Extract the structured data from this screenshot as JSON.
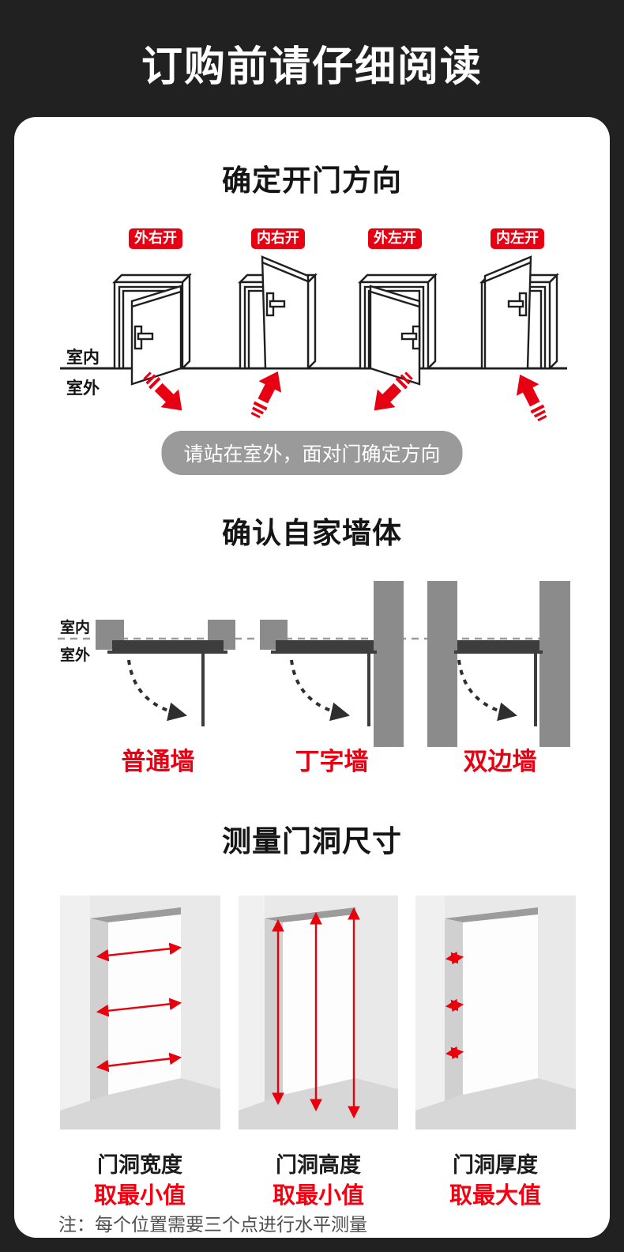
{
  "page": {
    "title": "订购前请仔细阅读"
  },
  "section_direction": {
    "heading": "确定开门方向",
    "doors": [
      {
        "label": "外右开",
        "swing": "outward-right"
      },
      {
        "label": "内右开",
        "swing": "inward-right"
      },
      {
        "label": "外左开",
        "swing": "outward-left"
      },
      {
        "label": "内左开",
        "swing": "inward-left"
      }
    ],
    "indoor_label": "室内",
    "outdoor_label": "室外",
    "tip": "请站在室外，面对门确定方向"
  },
  "section_wall": {
    "heading": "确认自家墙体",
    "indoor_label": "室内",
    "outdoor_label": "室外",
    "walls": [
      {
        "label": "普通墙"
      },
      {
        "label": "丁字墙"
      },
      {
        "label": "双边墙"
      }
    ]
  },
  "section_measure": {
    "heading": "测量门洞尺寸",
    "items": [
      {
        "label": "门洞宽度",
        "rule": "取最小值",
        "arrows": "horizontal-width"
      },
      {
        "label": "门洞高度",
        "rule": "取最小值",
        "arrows": "vertical-height"
      },
      {
        "label": "门洞厚度",
        "rule": "取最大值",
        "arrows": "jamb-thickness"
      }
    ],
    "note": "注：每个位置需要三个点进行水平测量"
  },
  "colors": {
    "accent_red": "#e60012",
    "background": "#212121",
    "card": "#ffffff",
    "tip_pill_gray": "#9a9a9a",
    "wall_block_gray": "#8b8b8b",
    "plan_door_dark": "#3d3d3d"
  }
}
